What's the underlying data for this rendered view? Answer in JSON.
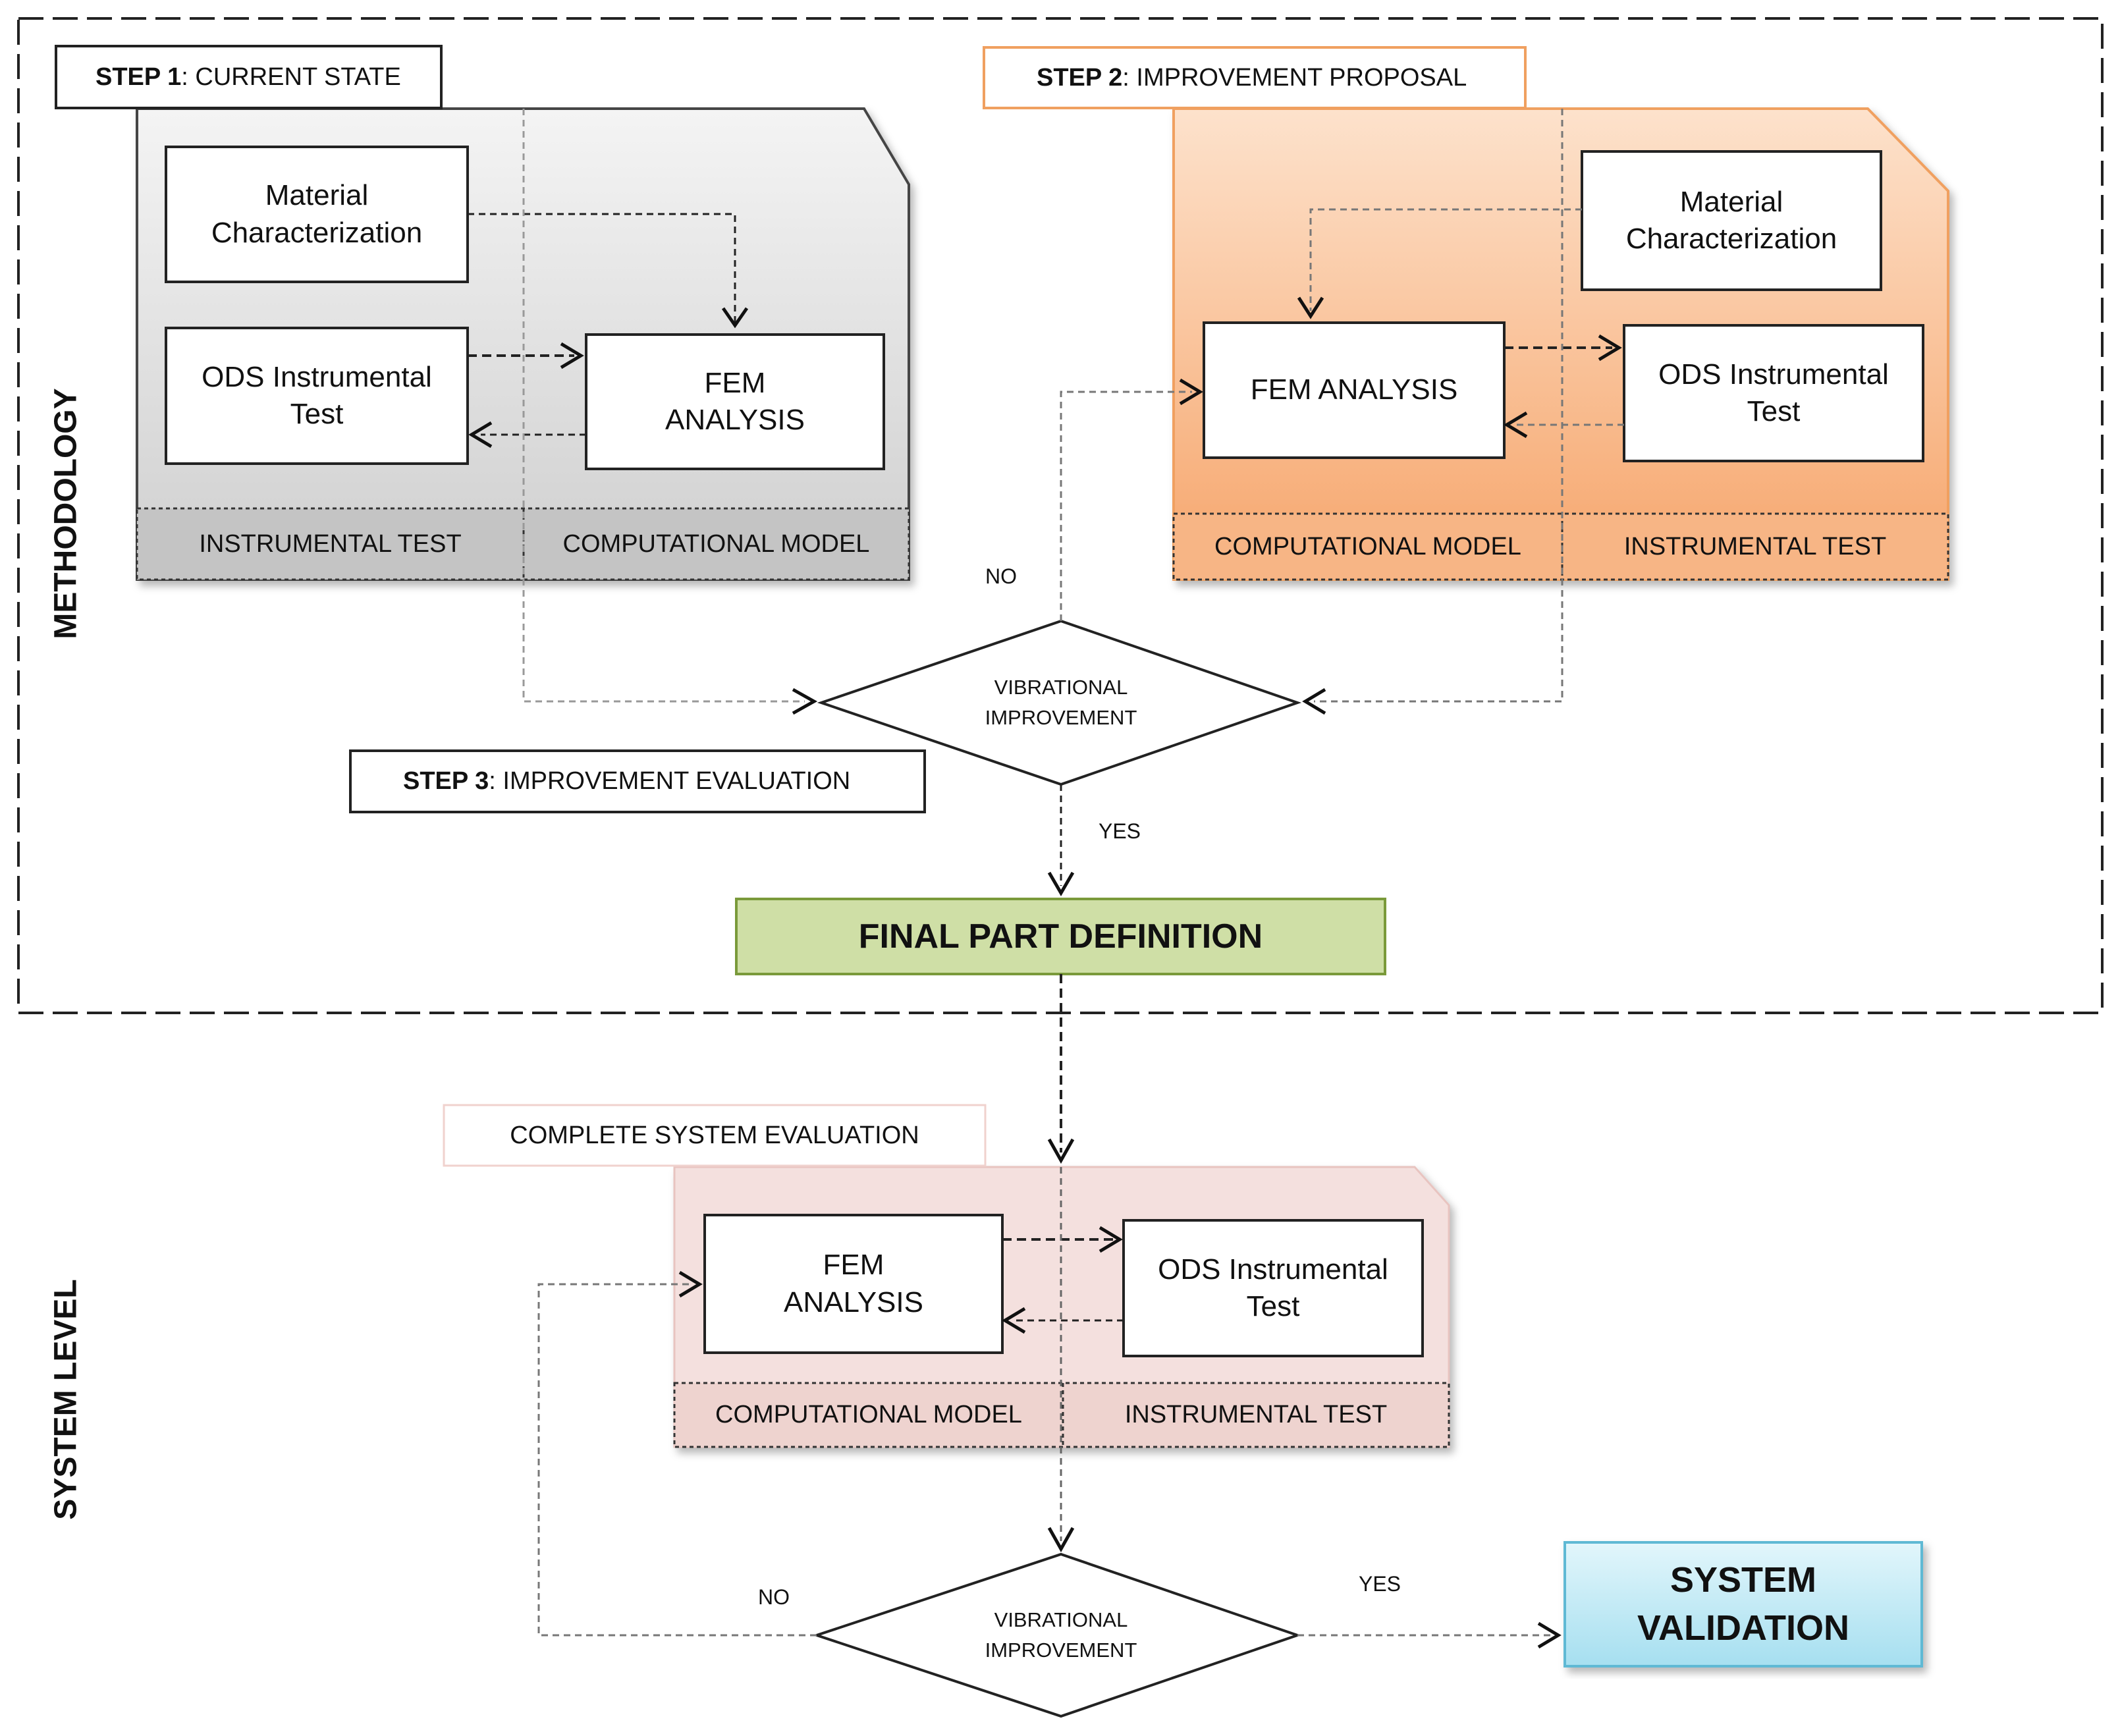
{
  "side_labels": {
    "methodology": "METHODOLOGY",
    "system_level": "SYSTEM LEVEL"
  },
  "step1": {
    "title_bold": "STEP 1",
    "title_rest": ": CURRENT STATE",
    "material": "Material Characterization",
    "ods": "ODS Instrumental Test",
    "fem": "FEM ANALYSIS",
    "band_left": "INSTRUMENTAL TEST",
    "band_right": "COMPUTATIONAL MODEL"
  },
  "step2": {
    "title_bold": "STEP 2",
    "title_rest": ": IMPROVEMENT PROPOSAL",
    "material": "Material Characterization",
    "fem": "FEM ANALYSIS",
    "ods": "ODS Instrumental Test",
    "band_left": "COMPUTATIONAL MODEL",
    "band_right": "INSTRUMENTAL TEST"
  },
  "step3": {
    "title_bold": "STEP 3",
    "title_rest": ":  IMPROVEMENT EVALUATION",
    "decision": "VIBRATIONAL IMPROVEMENT",
    "no": "NO",
    "yes": "YES"
  },
  "final": "FINAL PART DEFINITION",
  "system": {
    "title": "COMPLETE SYSTEM EVALUATION",
    "fem": "FEM ANALYSIS",
    "ods": "ODS Instrumental Test",
    "band_left": "COMPUTATIONAL MODEL",
    "band_right": "INSTRUMENTAL TEST",
    "decision": "VIBRATIONAL IMPROVEMENT",
    "no": "NO",
    "yes": "YES",
    "validation": "SYSTEM VALIDATION"
  },
  "colors": {
    "step1_fill_top": "#f4f4f4",
    "step1_fill_bottom": "#cfcfcf",
    "step2_fill_top": "#fde2cc",
    "step2_fill_bottom": "#f6a56b",
    "step2_border": "#f0a060",
    "system_fill": "#f4e0de",
    "system_border": "#e8c4c0",
    "final_fill": "#cfdfa6",
    "final_border": "#7a9a3a",
    "validation_fill_top": "#e2f6fb",
    "validation_fill_bottom": "#a6dff0",
    "validation_border": "#5fb9d4"
  }
}
